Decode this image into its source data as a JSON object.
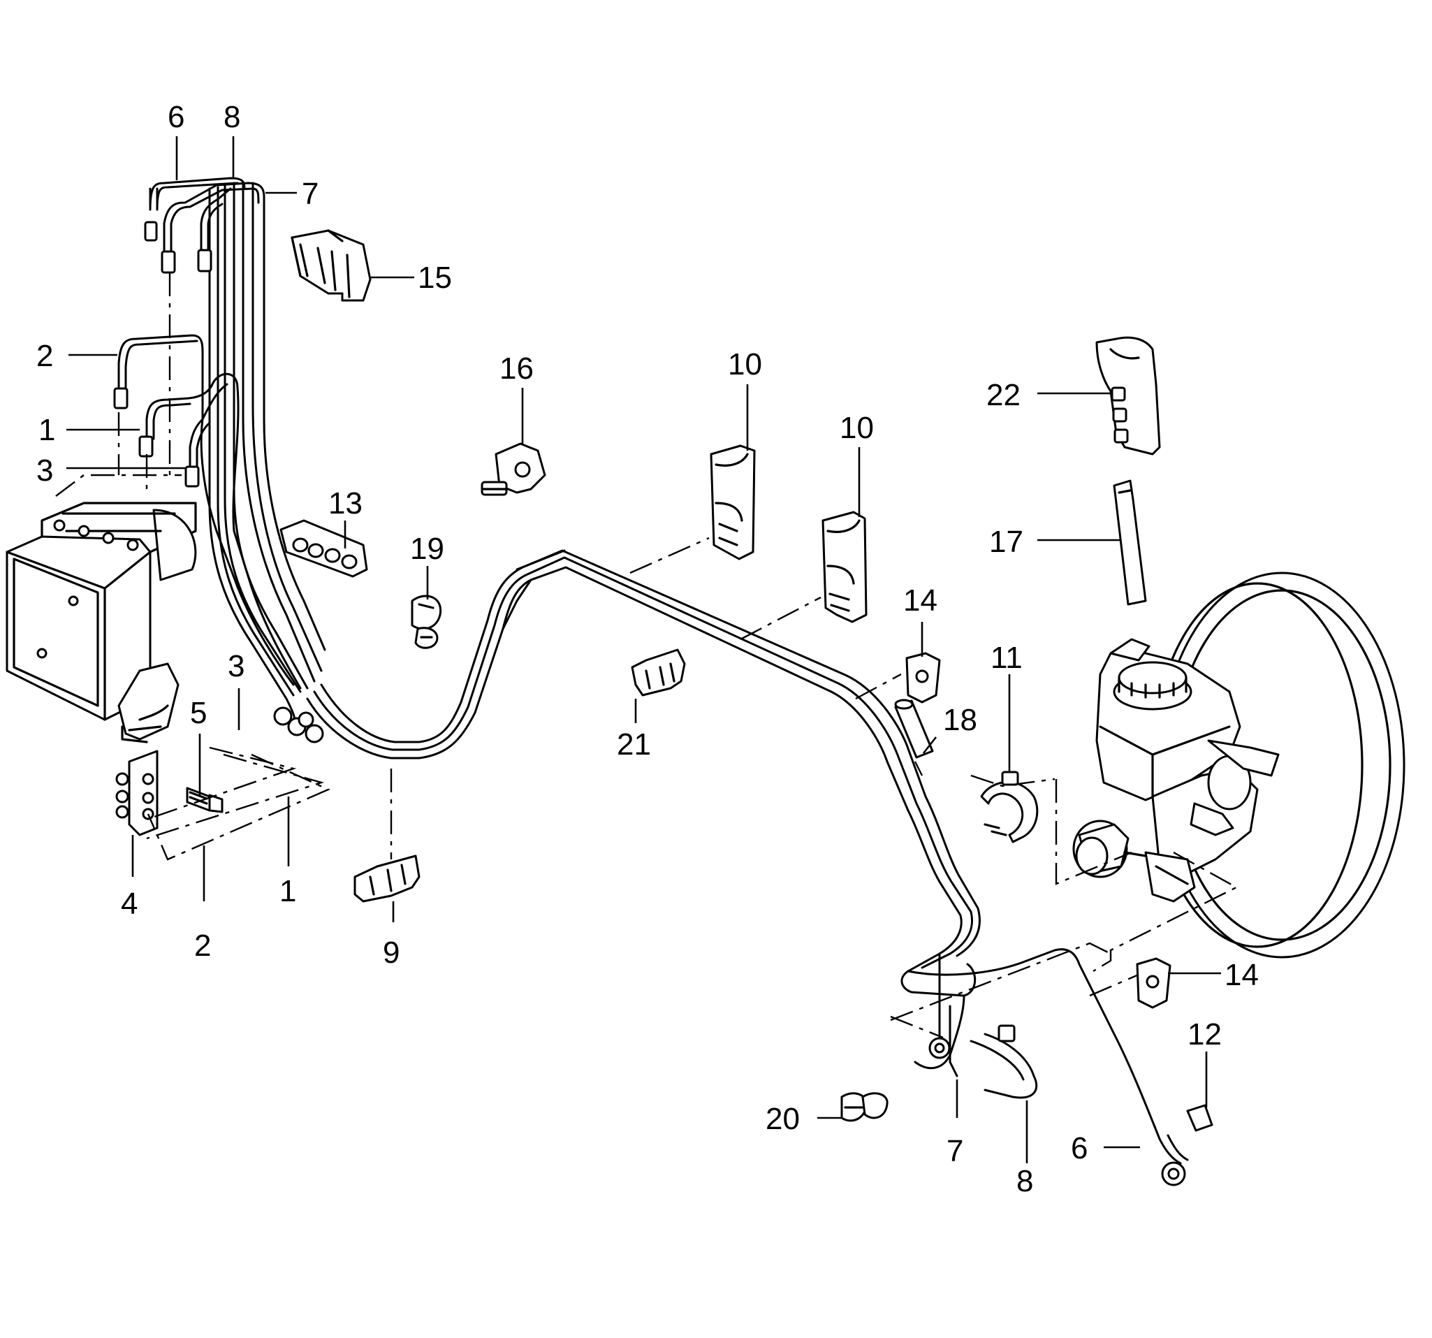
{
  "callouts": [
    {
      "id": "c6a",
      "text": "6"
    },
    {
      "id": "c8a",
      "text": "8"
    },
    {
      "id": "c7a",
      "text": "7"
    },
    {
      "id": "c15",
      "text": "15"
    },
    {
      "id": "c2a",
      "text": "2"
    },
    {
      "id": "c1a",
      "text": "1"
    },
    {
      "id": "c3a",
      "text": "3"
    },
    {
      "id": "c13",
      "text": "13"
    },
    {
      "id": "c19",
      "text": "19"
    },
    {
      "id": "c16",
      "text": "16"
    },
    {
      "id": "c10a",
      "text": "10"
    },
    {
      "id": "c10b",
      "text": "10"
    },
    {
      "id": "c22",
      "text": "22"
    },
    {
      "id": "c17",
      "text": "17"
    },
    {
      "id": "c14a",
      "text": "14"
    },
    {
      "id": "c11",
      "text": "11"
    },
    {
      "id": "c18",
      "text": "18"
    },
    {
      "id": "c21",
      "text": "21"
    },
    {
      "id": "c3b",
      "text": "3"
    },
    {
      "id": "c5",
      "text": "5"
    },
    {
      "id": "c4",
      "text": "4"
    },
    {
      "id": "c1b",
      "text": "1"
    },
    {
      "id": "c2b",
      "text": "2"
    },
    {
      "id": "c9",
      "text": "9"
    },
    {
      "id": "c14b",
      "text": "14"
    },
    {
      "id": "c12",
      "text": "12"
    },
    {
      "id": "c20",
      "text": "20"
    },
    {
      "id": "c7b",
      "text": "7"
    },
    {
      "id": "c8b",
      "text": "8"
    },
    {
      "id": "c6b",
      "text": "6"
    }
  ]
}
